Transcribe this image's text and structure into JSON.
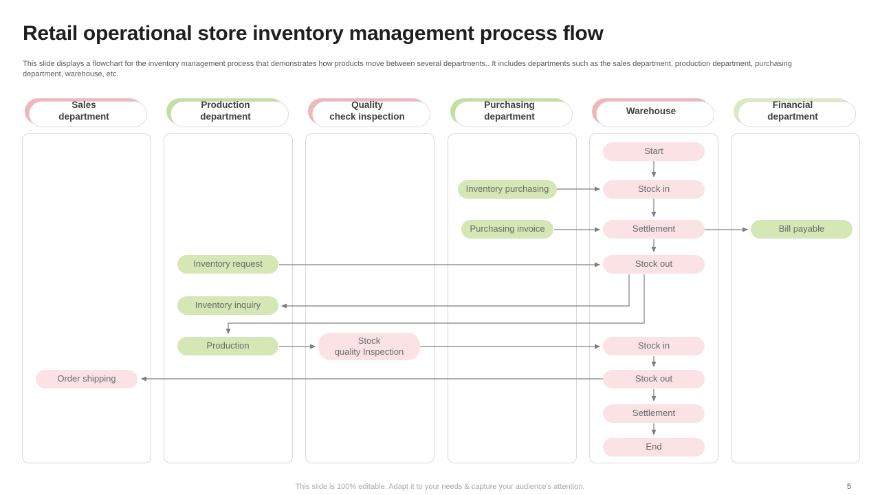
{
  "slide": {
    "title": "Retail operational store inventory management process flow",
    "description": "This slide displays a flowchart for the inventory management process that demonstrates how products move between several departments.. It includes departments such as the sales department, production department, purchasing department, warehouse, etc.",
    "footer": "This slide is 100% editable. Adapt it to your needs & capture your audience's attention.",
    "page_number": "5"
  },
  "colors": {
    "header_pink": "#f1b6ba",
    "header_green": "#c3df9e",
    "header_green_light": "#d9ebc0",
    "node_pink": "#fae2e5",
    "node_green": "#d4e7b5",
    "arrow_gray": "#7f7f7f",
    "column_border": "#d9d9d9",
    "title_text": "#1f1f1f",
    "body_text": "#595959"
  },
  "columns": [
    {
      "line1": "Sales",
      "line2": "department",
      "tone": "pink"
    },
    {
      "line1": "Production",
      "line2": "department",
      "tone": "green"
    },
    {
      "line1": "Quality",
      "line2": "check inspection",
      "tone": "pink"
    },
    {
      "line1": "Purchasing",
      "line2": "department",
      "tone": "green"
    },
    {
      "line1": "Warehouse",
      "line2": "",
      "tone": "pink"
    },
    {
      "line1": "Financial",
      "line2": "department",
      "tone": "green-light"
    }
  ],
  "nodes": {
    "start": "Start",
    "stock_in_1": "Stock in",
    "settlement_1": "Settlement",
    "stock_out_1": "Stock out",
    "stock_in_2": "Stock in",
    "stock_out_2": "Stock out",
    "settlement_2": "Settlement",
    "end": "End",
    "inventory_purchasing": "Inventory purchasing",
    "purchasing_invoice": "Purchasing invoice",
    "bill_payable": "Bill payable",
    "inventory_request": "Inventory request",
    "inventory_inquiry": "Inventory inquiry",
    "production": "Production",
    "stock_quality_inspection": {
      "line1": "Stock",
      "line2": "quality Inspection"
    },
    "order_shipping": "Order shipping"
  }
}
